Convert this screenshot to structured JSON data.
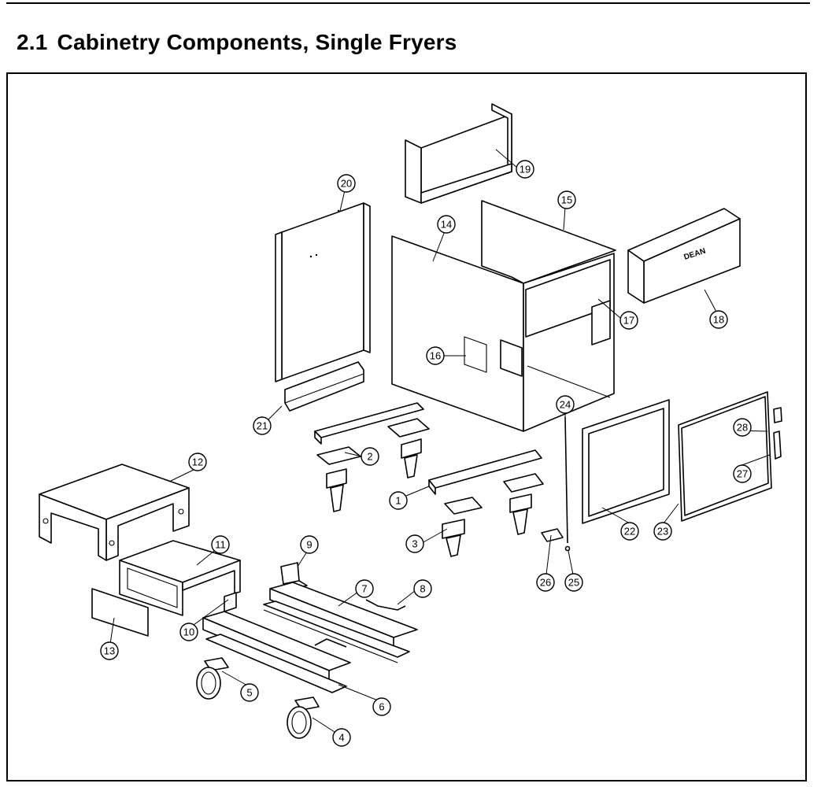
{
  "section": {
    "number": "2.1",
    "title": "Cabinetry Components, Single Fryers"
  },
  "diagram": {
    "brand_label": "DEAN",
    "callouts": [
      "1",
      "2",
      "3",
      "4",
      "5",
      "6",
      "7",
      "8",
      "9",
      "10",
      "11",
      "12",
      "13",
      "14",
      "15",
      "16",
      "17",
      "18",
      "19",
      "20",
      "21",
      "22",
      "23",
      "24",
      "25",
      "26",
      "27",
      "28"
    ]
  }
}
